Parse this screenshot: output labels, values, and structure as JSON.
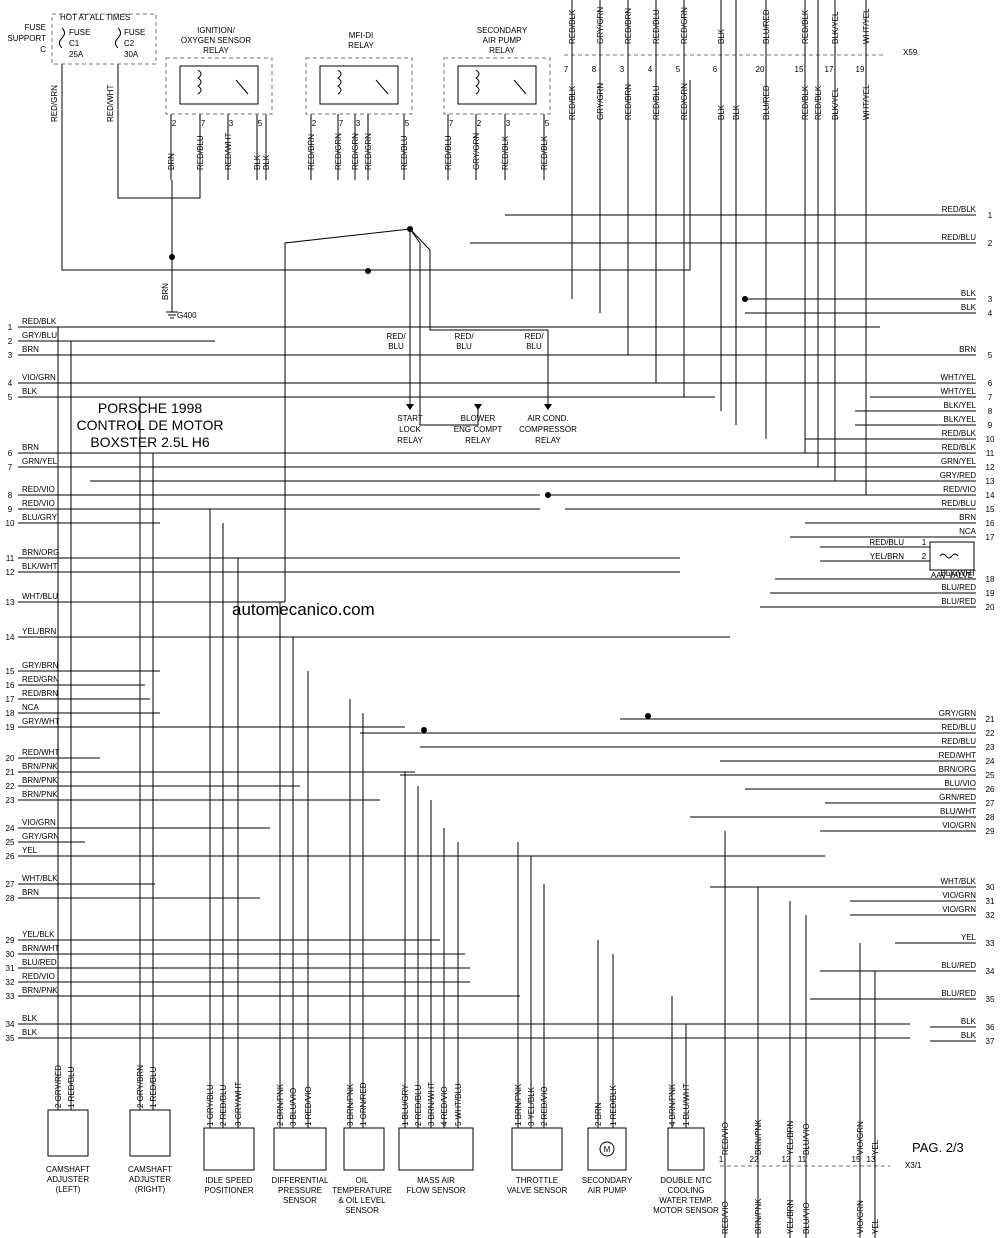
{
  "fuse": {
    "support_line1": "FUSE",
    "support_line2": "SUPPORT",
    "support_line3": "C",
    "hot_label": "HOT AT ALL TIMES",
    "fuses": [
      {
        "name": "FUSE",
        "id": "C1",
        "rating": "25A"
      },
      {
        "name": "FUSE",
        "id": "C2",
        "rating": "30A"
      }
    ],
    "wires": [
      "RED/GRN",
      "RED/WHT"
    ]
  },
  "relays": [
    {
      "title_lines": [
        "IGNITION/",
        "OXYGEN SENSOR",
        "RELAY"
      ],
      "pins": [
        {
          "n": "2",
          "w": "BRN"
        },
        {
          "n": "7",
          "w": "RED/BLU"
        },
        {
          "n": "3",
          "w": "RED/WHT"
        },
        {
          "n": "5",
          "w": "BLK"
        },
        {
          "n": "",
          "w": "BLK"
        }
      ]
    },
    {
      "title_lines": [
        "MFI-DI",
        "RELAY"
      ],
      "pins": [
        {
          "n": "2",
          "w": "RED/BRN"
        },
        {
          "n": "7",
          "w": "RED/GRN"
        },
        {
          "n": "3",
          "w": "RED/GRN"
        },
        {
          "n": "",
          "w": "RED/GRN"
        },
        {
          "n": "5",
          "w": "RED/BLU"
        }
      ]
    },
    {
      "title_lines": [
        "SECONDARY",
        "AIR PUMP",
        "RELAY"
      ],
      "pins": [
        {
          "n": "7",
          "w": "RED/BLU"
        },
        {
          "n": "2",
          "w": "GRY/GRN"
        },
        {
          "n": "3",
          "w": "RED/BLK"
        },
        {
          "n": "5",
          "w": "RED/BLK"
        }
      ]
    }
  ],
  "ground": {
    "label": "G400",
    "wire": "BRN"
  },
  "top_connector": {
    "name": "X59",
    "pins": [
      {
        "n": "7",
        "top": "RED/BLK",
        "bottom": "RED/BLK"
      },
      {
        "n": "8",
        "top": "GRY/GRN",
        "bottom": "GRY/GRN"
      },
      {
        "n": "3",
        "top": "RED/BRN",
        "bottom": "RED/BRN"
      },
      {
        "n": "4",
        "top": "RED/BLU",
        "bottom": "RED/BLU"
      },
      {
        "n": "5",
        "top": "RED/GRN",
        "bottom": "RED/GRN"
      },
      {
        "n": "6",
        "top": "BLK",
        "bottom": "BLK"
      },
      {
        "n": "",
        "top": "",
        "bottom": "BLK"
      },
      {
        "n": "20",
        "top": "BLU/RED",
        "bottom": "BLU/RED"
      },
      {
        "n": "15",
        "top": "RED/BLK",
        "bottom": "RED/BLK"
      },
      {
        "n": "",
        "top": "",
        "bottom": "RED/BLK"
      },
      {
        "n": "17",
        "top": "BLK/YEL",
        "bottom": "BLK/YEL"
      },
      {
        "n": "19",
        "top": "WHT/YEL",
        "bottom": "WHT/YEL"
      }
    ]
  },
  "relay_outputs": [
    {
      "wire_lines": [
        "RED/",
        "BLU"
      ],
      "target_lines": [
        "START",
        "LOCK",
        "RELAY"
      ]
    },
    {
      "wire_lines": [
        "RED/",
        "BLU"
      ],
      "target_lines": [
        "BLOWER",
        "ENG COMPT",
        "RELAY"
      ]
    },
    {
      "wire_lines": [
        "RED/",
        "BLU"
      ],
      "target_lines": [
        "AIR COND.",
        "COMPRESSOR",
        "RELAY"
      ]
    }
  ],
  "title": {
    "lines": [
      "PORSCHE 1998",
      "CONTROL DE MOTOR",
      "BOXSTER 2.5L H6"
    ]
  },
  "watermark": "automecanico.com",
  "page_label": "PAG. 2/3",
  "left_pins": [
    {
      "n": "1",
      "w": "RED/BLK"
    },
    {
      "n": "2",
      "w": "GRY/BLU"
    },
    {
      "n": "3",
      "w": "BRN"
    },
    {
      "n": "4",
      "w": "VIO/GRN"
    },
    {
      "n": "5",
      "w": "BLK"
    },
    {
      "n": "6",
      "w": "BRN"
    },
    {
      "n": "7",
      "w": "GRN/YEL"
    },
    {
      "n": "8",
      "w": "RED/VIO"
    },
    {
      "n": "9",
      "w": "RED/VIO"
    },
    {
      "n": "10",
      "w": "BLU/GRY"
    },
    {
      "n": "11",
      "w": "BRN/ORG"
    },
    {
      "n": "12",
      "w": "BLK/WHT"
    },
    {
      "n": "13",
      "w": "WHT/BLU"
    },
    {
      "n": "14",
      "w": "YEL/BRN"
    },
    {
      "n": "15",
      "w": "GRY/BRN"
    },
    {
      "n": "16",
      "w": "RED/GRN"
    },
    {
      "n": "17",
      "w": "RED/BRN"
    },
    {
      "n": "18",
      "w": "NCA"
    },
    {
      "n": "19",
      "w": "GRY/WHT"
    },
    {
      "n": "20",
      "w": "RED/WHT"
    },
    {
      "n": "21",
      "w": "BRN/PNK"
    },
    {
      "n": "22",
      "w": "BRN/PNK"
    },
    {
      "n": "23",
      "w": "BRN/PNK"
    },
    {
      "n": "24",
      "w": "VIO/GRN"
    },
    {
      "n": "25",
      "w": "GRY/GRN"
    },
    {
      "n": "26",
      "w": "YEL"
    },
    {
      "n": "27",
      "w": "WHT/BLK"
    },
    {
      "n": "28",
      "w": "BRN"
    },
    {
      "n": "29",
      "w": "YEL/BLK"
    },
    {
      "n": "30",
      "w": "BRN/WHT"
    },
    {
      "n": "31",
      "w": "BLU/RED"
    },
    {
      "n": "32",
      "w": "RED/VIO"
    },
    {
      "n": "33",
      "w": "BRN/PNK"
    },
    {
      "n": "34",
      "w": "BLK"
    },
    {
      "n": "35",
      "w": "BLK"
    }
  ],
  "right_pins": [
    {
      "n": "1",
      "w": "RED/BLK"
    },
    {
      "n": "2",
      "w": "RED/BLU"
    },
    {
      "n": "3",
      "w": "BLK"
    },
    {
      "n": "4",
      "w": "BLK"
    },
    {
      "n": "5",
      "w": "BRN"
    },
    {
      "n": "6",
      "w": "WHT/YEL"
    },
    {
      "n": "7",
      "w": "WHT/YEL"
    },
    {
      "n": "8",
      "w": "BLK/YEL"
    },
    {
      "n": "9",
      "w": "BLK/YEL"
    },
    {
      "n": "10",
      "w": "RED/BLK"
    },
    {
      "n": "11",
      "w": "RED/BLK"
    },
    {
      "n": "12",
      "w": "GRN/YEL"
    },
    {
      "n": "13",
      "w": "GRY/RED"
    },
    {
      "n": "14",
      "w": "RED/VIO"
    },
    {
      "n": "15",
      "w": "RED/BLU"
    },
    {
      "n": "16",
      "w": "BRN"
    },
    {
      "n": "17",
      "w": "NCA"
    },
    {
      "n": "18",
      "w": "BLK/WHT"
    },
    {
      "n": "19",
      "w": "BLU/RED"
    },
    {
      "n": "20",
      "w": "BLU/RED"
    },
    {
      "n": "21",
      "w": "GRY/GRN"
    },
    {
      "n": "22",
      "w": "RED/BLU"
    },
    {
      "n": "23",
      "w": "RED/BLU"
    },
    {
      "n": "24",
      "w": "RED/WHT"
    },
    {
      "n": "25",
      "w": "BRN/ORG"
    },
    {
      "n": "26",
      "w": "BLU/VIO"
    },
    {
      "n": "27",
      "w": "GRN/RED"
    },
    {
      "n": "28",
      "w": "BLU/WHT"
    },
    {
      "n": "29",
      "w": "VIO/GRN"
    },
    {
      "n": "30",
      "w": "WHT/BLK"
    },
    {
      "n": "31",
      "w": "VIO/GRN"
    },
    {
      "n": "32",
      "w": "VIO/GRN"
    },
    {
      "n": "33",
      "w": "YEL"
    },
    {
      "n": "34",
      "w": "BLU/RED"
    },
    {
      "n": "35",
      "w": "BLU/RED"
    },
    {
      "n": "36",
      "w": "BLK"
    },
    {
      "n": "37",
      "w": "BLK"
    }
  ],
  "aav": {
    "label": "AAV VALVE",
    "pins": [
      {
        "n": "1",
        "w": "RED/BLU"
      },
      {
        "n": "2",
        "w": "YEL/BRN"
      }
    ]
  },
  "components": [
    {
      "label_lines": [
        "CAMSHAFT",
        "ADJUSTER",
        "(LEFT)"
      ],
      "pins": [
        {
          "n": "2",
          "w": "GRY/RED"
        },
        {
          "n": "1",
          "w": "RED/BLU"
        }
      ]
    },
    {
      "label_lines": [
        "CAMSHAFT",
        "ADJUSTER",
        "(RIGHT)"
      ],
      "pins": [
        {
          "n": "2",
          "w": "GRY/BRN"
        },
        {
          "n": "1",
          "w": "RED/BLU"
        }
      ]
    },
    {
      "label_lines": [
        "IDLE SPEED",
        "POSITIONER"
      ],
      "pins": [
        {
          "n": "1",
          "w": "GRY/BLU"
        },
        {
          "n": "2",
          "w": "RED/BLU"
        },
        {
          "n": "3",
          "w": "GRY/WHT"
        }
      ]
    },
    {
      "label_lines": [
        "DIFFERENTIAL",
        "PRESSURE",
        "SENSOR"
      ],
      "pins": [
        {
          "n": "2",
          "w": "BRN/PNK"
        },
        {
          "n": "3",
          "w": "BLU/VIO"
        },
        {
          "n": "1",
          "w": "RED/VIO"
        }
      ]
    },
    {
      "label_lines": [
        "OIL",
        "TEMPERATURE",
        "& OIL LEVEL",
        "SENSOR"
      ],
      "pins": [
        {
          "n": "3",
          "w": "BRN/PNK"
        },
        {
          "n": "1",
          "w": "GRN/RED"
        }
      ]
    },
    {
      "label_lines": [
        "MASS AIR",
        "FLOW SENSOR"
      ],
      "pins": [
        {
          "n": "1",
          "w": "BLU/GRY"
        },
        {
          "n": "2",
          "w": "RED/BLU"
        },
        {
          "n": "3",
          "w": "BRN/WHT"
        },
        {
          "n": "4",
          "w": "RED/VIO"
        },
        {
          "n": "5",
          "w": "WHT/BLU"
        }
      ]
    },
    {
      "label_lines": [
        "THROTTLE",
        "VALVE SENSOR"
      ],
      "pins": [
        {
          "n": "1",
          "w": "BRN/PNK"
        },
        {
          "n": "3",
          "w": "YEL/BLK"
        },
        {
          "n": "2",
          "w": "RED/VIO"
        }
      ]
    },
    {
      "label_lines": [
        "SECONDARY",
        "AIR PUMP"
      ],
      "pins": [
        {
          "n": "2",
          "w": "BRN"
        },
        {
          "n": "1",
          "w": "RED/BLK"
        }
      ]
    },
    {
      "label_lines": [
        "DOUBLE NTC",
        "COOLING",
        "WATER TEMP.",
        "MOTOR SENSOR"
      ],
      "pins": [
        {
          "n": "4",
          "w": "BRN/PNK"
        },
        {
          "n": "1",
          "w": "BLU/WHT"
        }
      ]
    }
  ],
  "bottom_connector": {
    "name": "X3/1",
    "pins": [
      {
        "n": "1",
        "top": "RED/VIO",
        "bottom": "RED/VIO"
      },
      {
        "n": "22",
        "top": "BRN/PNK",
        "bottom": "BRN/PNK"
      },
      {
        "n": "12",
        "top": "YEL/BRN",
        "bottom": "YEL/BRN"
      },
      {
        "n": "11",
        "top": "BLU/VIO",
        "bottom": "BLU/VIO"
      },
      {
        "n": "15",
        "top": "VIO/GRN",
        "bottom": "VIO/GRN"
      },
      {
        "n": "13",
        "top": "YEL",
        "bottom": "YEL"
      }
    ]
  }
}
